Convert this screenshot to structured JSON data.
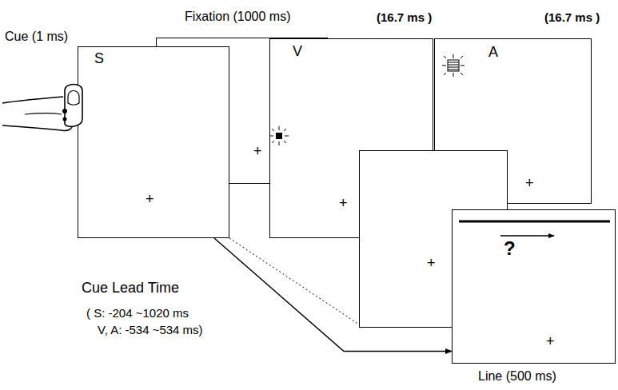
{
  "diagram": {
    "nodes": [
      {
        "text": [
          "Fixation (1000 ms)",
          "+"
        ]
      },
      {
        "text": [
          "Cue (1 ms)",
          "S",
          "+"
        ]
      },
      {
        "text": [
          "(16.7 ms )",
          "V",
          "+"
        ]
      },
      {
        "text": [
          "(16.7 ms )",
          "A",
          "+"
        ]
      },
      {
        "text": [
          "+"
        ]
      },
      {
        "text": [
          "?",
          "+",
          "Line (500 ms)"
        ]
      }
    ],
    "edges": [
      {
        "from": 1,
        "to": 5,
        "arrow": "to"
      }
    ],
    "labels": [
      "Cue Lead Time",
      "( S: -204 ~1020 ms",
      "V, A: -534 ~534 ms)"
    ]
  }
}
